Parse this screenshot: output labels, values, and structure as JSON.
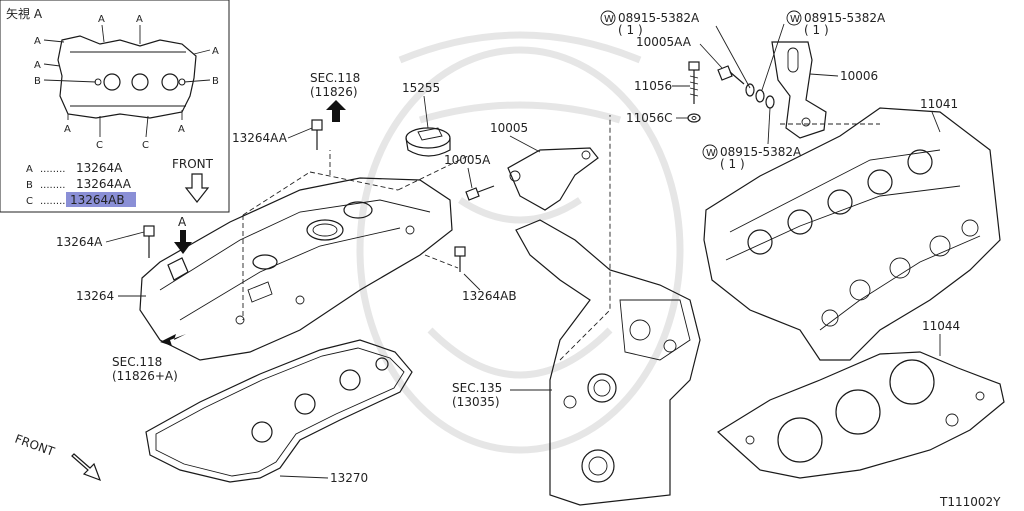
{
  "inset": {
    "view_title": "矢視 A",
    "point_labels": {
      "a": "A",
      "b": "B",
      "c": "C"
    },
    "legend": [
      {
        "key": "A",
        "dots": "........",
        "part": "13264A",
        "highlighted": false
      },
      {
        "key": "B",
        "dots": "........",
        "part": "13264AA",
        "highlighted": false
      },
      {
        "key": "C",
        "dots": "........",
        "part": "13264AB",
        "highlighted": true
      }
    ],
    "front_label": "FRONT"
  },
  "callouts": {
    "sec118_top": "SEC.118",
    "sec118_top_ref": "(11826)",
    "p15255": "15255",
    "p13264AA": "13264AA",
    "p10005": "10005",
    "p10005A": "10005A",
    "p13264A": "13264A",
    "arrow_A": "A",
    "p13264": "13264",
    "p13264AB": "13264AB",
    "sec118_bottom": "SEC.118",
    "sec118_bottom_ref": "(11826+A)",
    "sec135": "SEC.135",
    "sec135_ref": "(13035)",
    "p13270": "13270",
    "front": "FRONT",
    "w_symbol": "W",
    "w1": "08915-5382A",
    "w1_qty": "( 1 )",
    "w2": "08915-5382A",
    "w2_qty": "( 1 )",
    "w3": "08915-5382A",
    "w3_qty": "( 1 )",
    "p10005AA": "10005AA",
    "p10006": "10006",
    "p11056": "11056",
    "p11056C": "11056C",
    "p11041": "11041",
    "p11044": "11044"
  },
  "diagram_id": "T111002Y",
  "highlight_color": "#8a8fd6"
}
